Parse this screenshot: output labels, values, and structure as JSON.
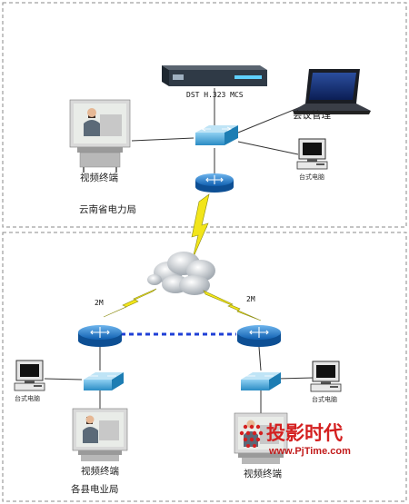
{
  "top_site": {
    "mcs_label": "DST H.323 MCS",
    "laptop_label": "会议管理",
    "video_terminal_label": "视频终端",
    "desktop_label": "台式电脑",
    "site_label": "云南省电力局"
  },
  "links": {
    "left_bandwidth": "2M",
    "right_bandwidth": "2M"
  },
  "bottom_site": {
    "left_desktop_label": "台式电脑",
    "right_desktop_label": "台式电脑",
    "left_video_terminal_label": "视频终端",
    "right_video_terminal_label": "视频终端",
    "site_label": "各县电业局"
  },
  "watermark": {
    "brand_text": "投影时代",
    "url_text": "www.PjTime.com"
  },
  "colors": {
    "router": "#1e78c8",
    "switch": "#3aa3d8",
    "lightning": "#f2e51a",
    "dotted_link": "#1f3fd6",
    "frame": "#888888"
  }
}
